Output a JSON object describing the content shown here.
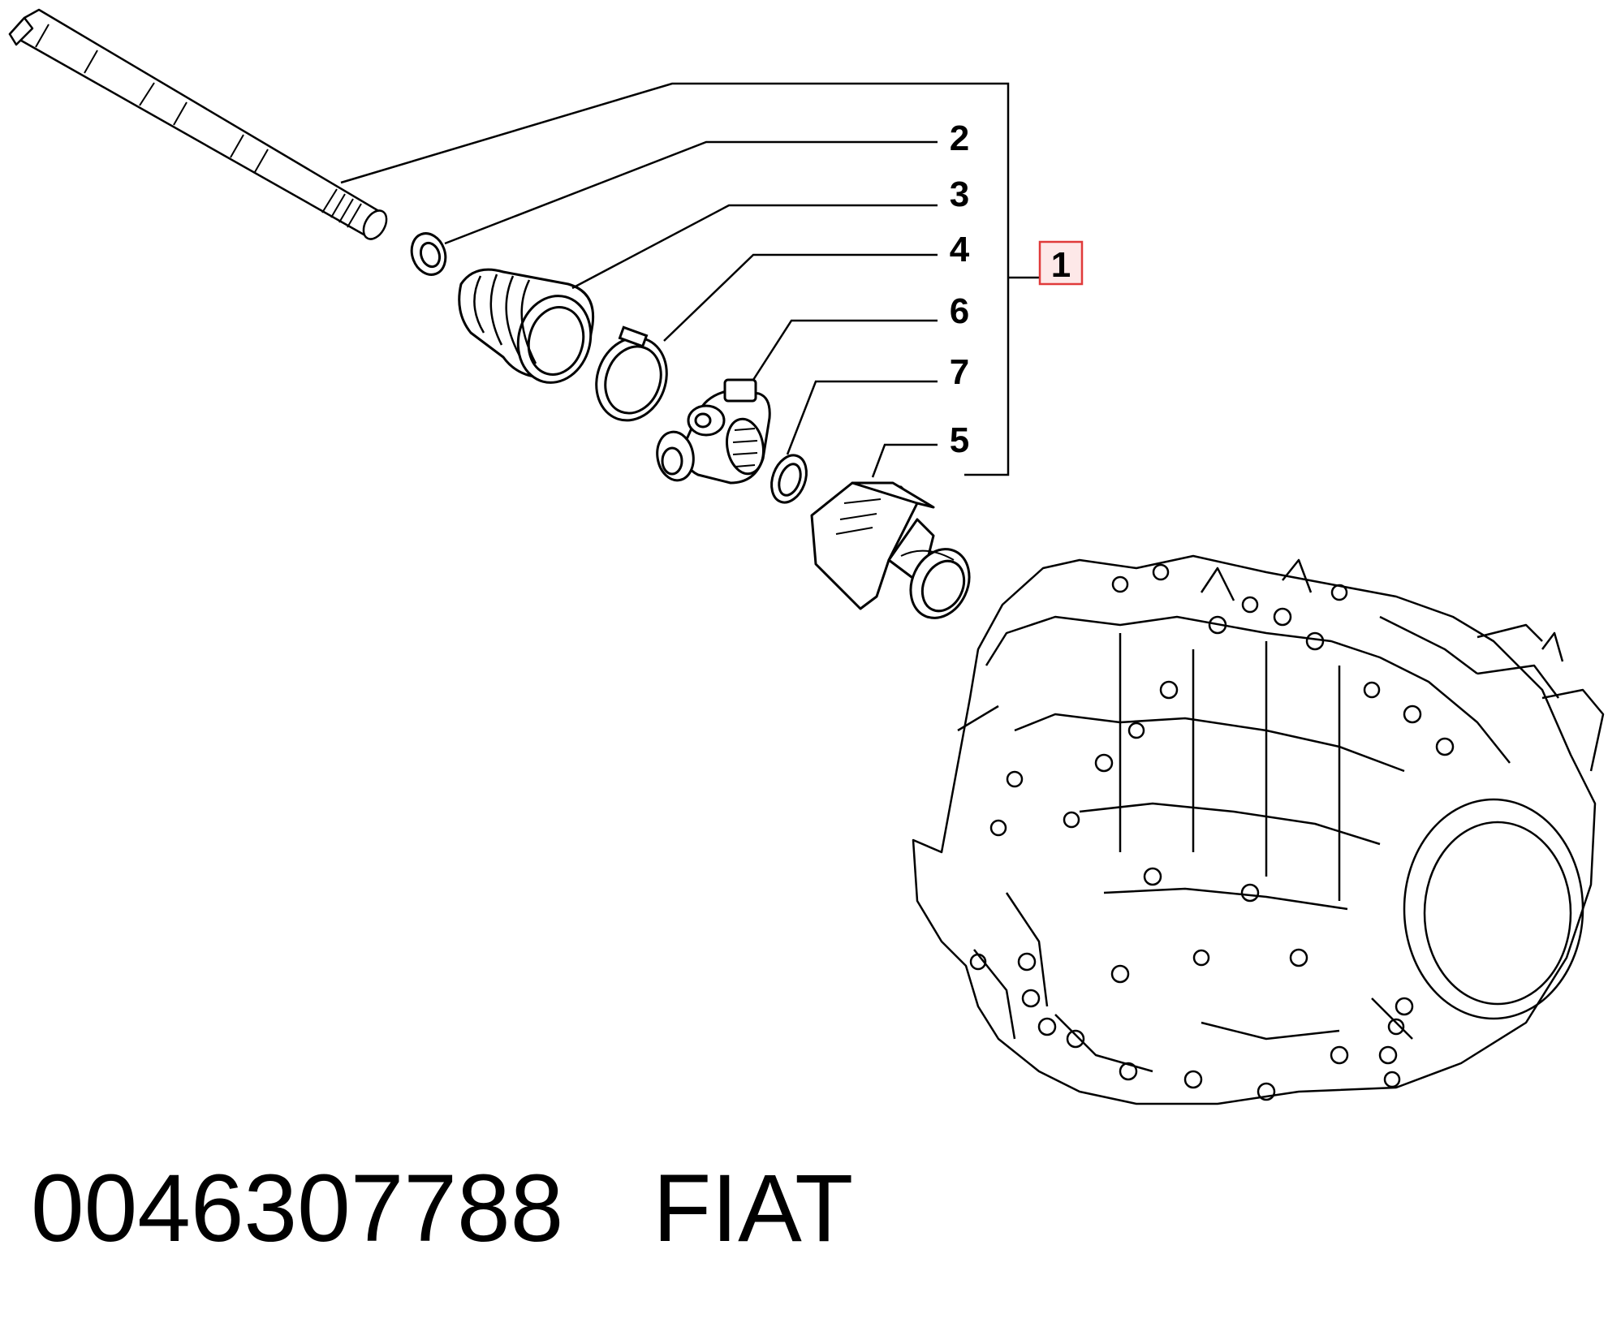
{
  "callouts": [
    {
      "number": "1",
      "highlighted": true
    },
    {
      "number": "2"
    },
    {
      "number": "3"
    },
    {
      "number": "4"
    },
    {
      "number": "6"
    },
    {
      "number": "7"
    },
    {
      "number": "5"
    }
  ],
  "caption": {
    "part_number": "0046307788",
    "brand": "FIAT"
  },
  "colors": {
    "line": "#000000",
    "highlight_border": "#e03a3a",
    "highlight_fill": "#fde8e8",
    "background": "#ffffff"
  }
}
